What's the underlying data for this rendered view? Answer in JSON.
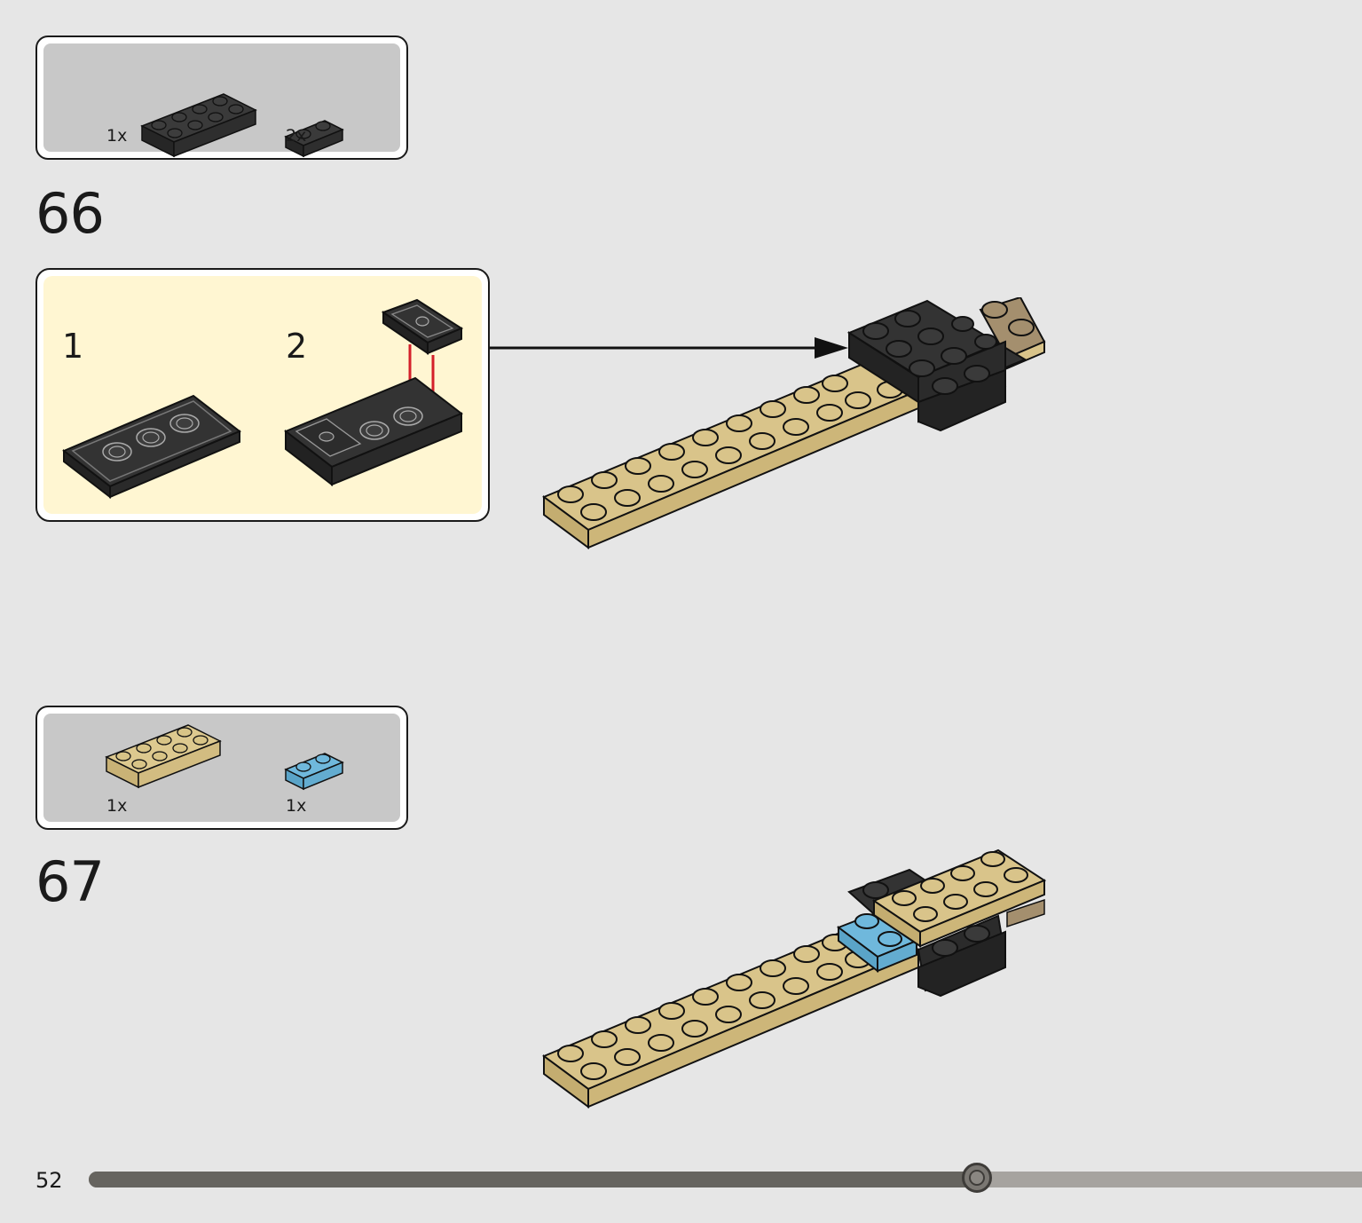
{
  "colors": {
    "black_brick": "#2f2f2f",
    "tan_brick": "#d8c487",
    "blue_brick": "#6fb8dc",
    "dark_tan_brick": "#a48f6e",
    "callout_bg": "#fff6d2",
    "parts_bg": "#c8c8c8",
    "arrow_red": "#d4202a"
  },
  "steps": [
    {
      "number": "66",
      "parts": [
        {
          "icon": "black-plate-2x4-icon",
          "qty": "1x"
        },
        {
          "icon": "black-plate-1x2-icon",
          "qty": "2x"
        }
      ],
      "subassembly": {
        "substeps": [
          {
            "number": "1"
          },
          {
            "number": "2"
          }
        ]
      }
    },
    {
      "number": "67",
      "parts": [
        {
          "icon": "tan-plate-2x4-icon",
          "qty": "1x"
        },
        {
          "icon": "blue-plate-1x2-icon",
          "qty": "1x"
        }
      ]
    }
  ],
  "footer": {
    "page_number": "52",
    "progress": 0.6975
  }
}
